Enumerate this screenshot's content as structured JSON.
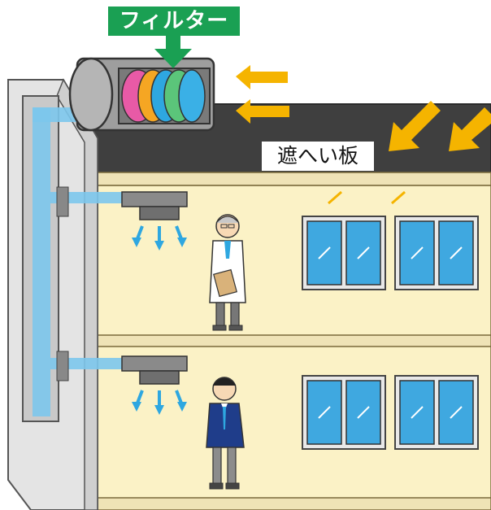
{
  "labels": {
    "filter": "フィルター",
    "shade_plate": "遮へい板"
  },
  "colors": {
    "filter_label_bg": "#1aa053",
    "airflow": "#7cc7ec",
    "arrow_outside": "#f5b400",
    "wall": "#fbf2c6",
    "roof": "#3f3f3f",
    "window": "#3fa8e0",
    "filter_discs": [
      "#e85aa6",
      "#f5a623",
      "#2ea7e0",
      "#5bc57a",
      "#e94b8b"
    ]
  },
  "icons": [
    "filter-arrow-down-icon",
    "outside-air-arrow-icon",
    "diffuser-airflow-arrow-icon",
    "doctor-figure",
    "office-worker-figure"
  ]
}
